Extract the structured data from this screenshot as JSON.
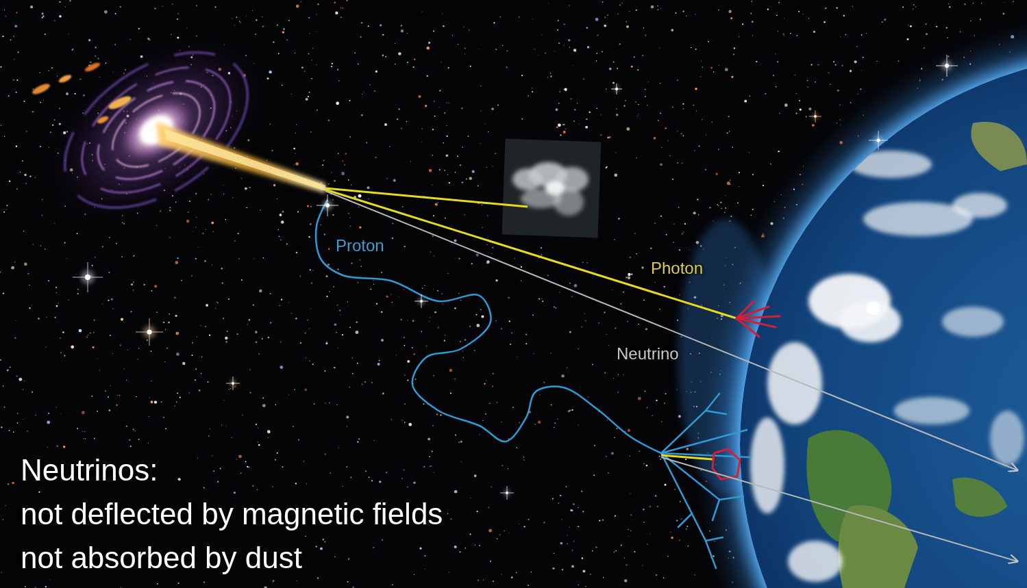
{
  "diagram": {
    "labels": [
      "Proton",
      "Photon",
      "Neutrino",
      "Neutrinos:",
      "not deflected by magnetic fields",
      "not absorbed by dust"
    ]
  }
}
